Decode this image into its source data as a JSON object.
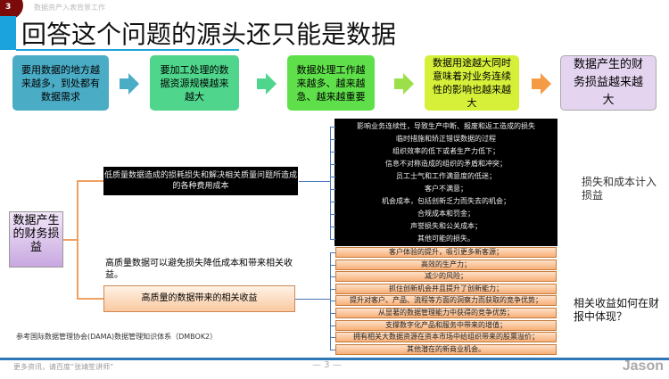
{
  "header": {
    "slide_number": "3",
    "subtitle": "数据资产入表背景工作",
    "title": "回答这个问题的源头还只能是数据"
  },
  "flow": [
    {
      "text": "要用数据的地方越来越多，到处都有数据需求",
      "color": "#4bacc6"
    },
    {
      "text": "要加工处理的数据资源规模越来越大",
      "color": "#4fd68c"
    },
    {
      "text": "数据处理工作越来越多、越来越急、越来越重要",
      "color": "#5fe04a"
    },
    {
      "text": "数据用途越大同时意味着对业务连续性的影响也越来越大",
      "color": "#d6f03a"
    },
    {
      "text": "数据产生的财务损益越来越大",
      "color": "#e4d4f0"
    }
  ],
  "arrow_colors": [
    "#4bacc6",
    "#4fd68c",
    "#9be04a",
    "#f59a45"
  ],
  "root": "数据产生的财务损益",
  "loss_label": "低质量数据造成的损耗损失和解决相关质量问题所造成的各种费用成本",
  "losses": [
    "影响业务连续性，导致生产中断、报废和返工造成的损失",
    "临时措施和矫正错误数据的过程",
    "组织效率的低下或者生产力低下；",
    "信息不对称造成的组织的矛盾和冲突；",
    "员工士气和工作满意度的低迷；",
    "客户不满意；",
    "机会成本，包括创新乏力而失去的机会；",
    "合规成本和罚金；",
    "声誉损失和公关成本；",
    "其他可能的损失。"
  ],
  "note": "高质量数据可以避免损失降低成本和带来相关收益。",
  "benefit_label": "高质量的数据带来的相关收益",
  "benefits": [
    "客户体验的提升，吸引更多新客源；",
    "高效的生产力；",
    "减少的风险；",
    "抓住创新机会并且提升了创新能力；",
    "提升对客户、产品、流程等方面的洞察力而获取的竞争优势；",
    "从显著的数据管理能力中获得的竞争优势；",
    "支撑数字化产品和服务中带来的增值；",
    "拥有相关大数据资源在资本市场中给组织带来的股票溢价；",
    "其他潜在的新商业机会。"
  ],
  "right_loss": "损失和成本计入损益",
  "right_benefit": "相关收益如何在财报中体现？",
  "reference": "参考国际数据管理协会(DAMA)数据管理知识体系（DMBOK2）",
  "footer": {
    "left": "更多资讯，请百度“张靖笙讲师”",
    "page": "— 3 —",
    "brand": "Jason"
  }
}
